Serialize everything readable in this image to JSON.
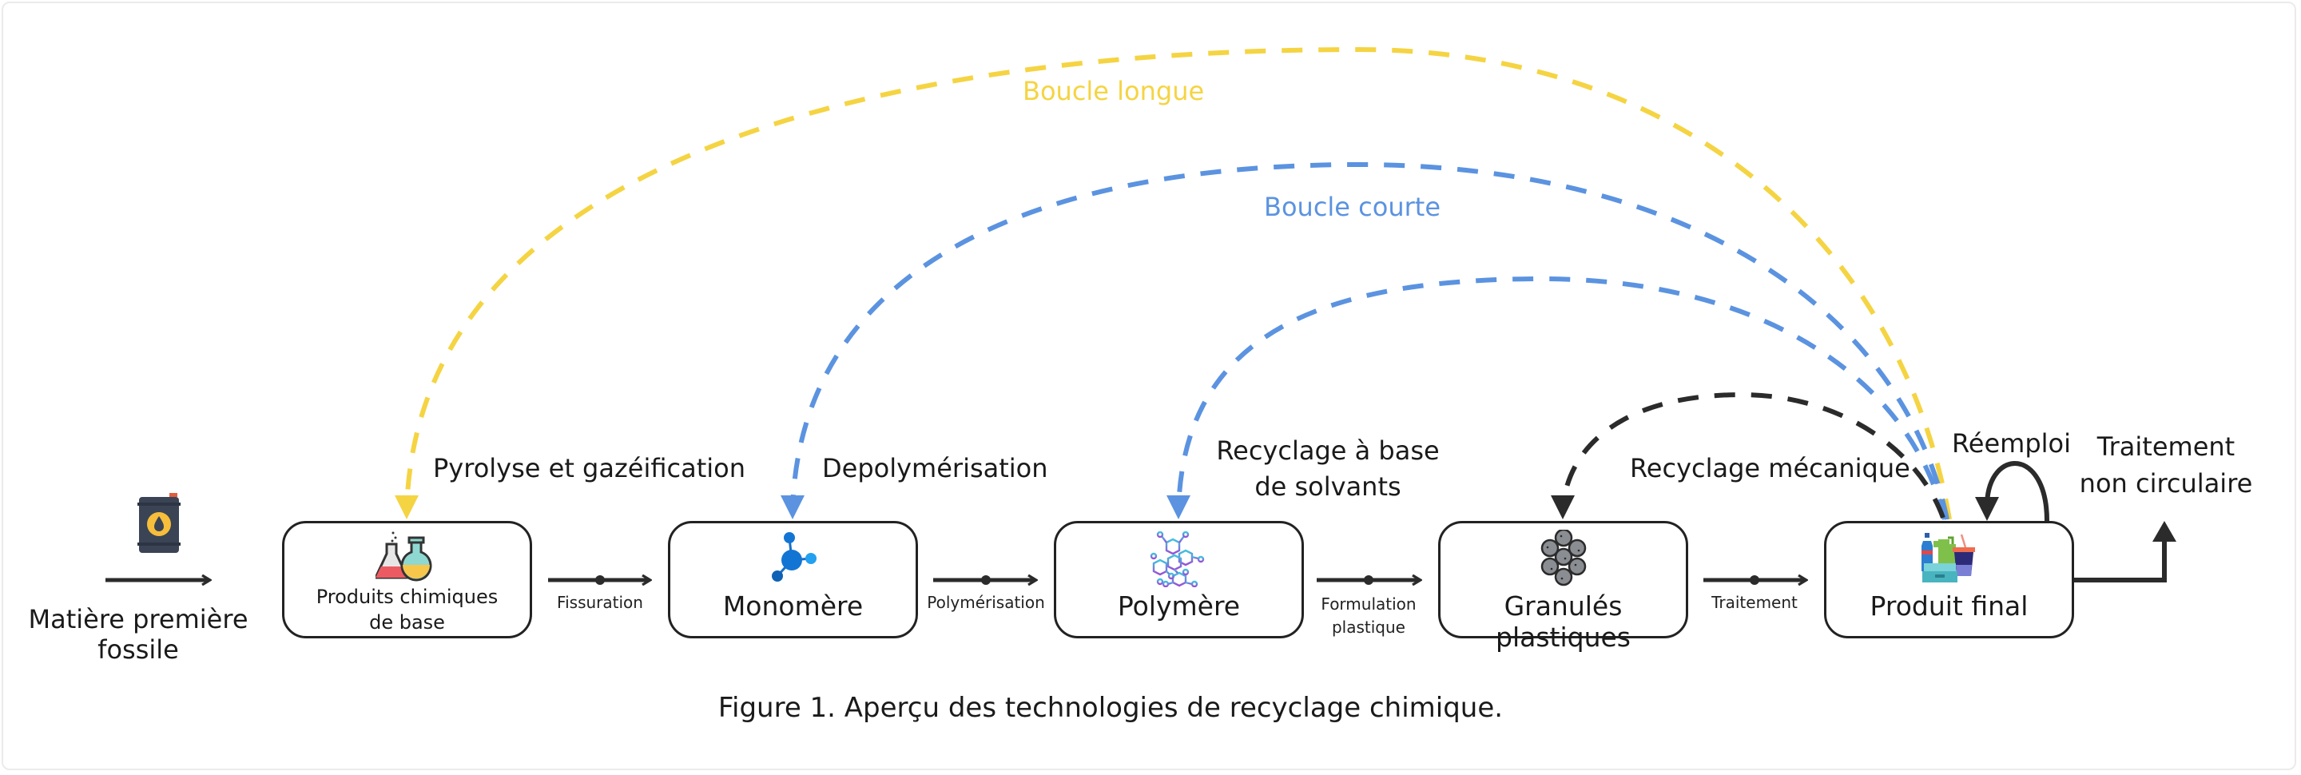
{
  "figure": {
    "caption": "Figure 1. Aperçu des technologies de recyclage chimique."
  },
  "input": {
    "label_line1": "Matière première",
    "label_line2": "fossile",
    "icon": "oil-barrel-icon"
  },
  "stages": [
    {
      "id": "produits-chimiques",
      "label_line1": "Produits chimiques",
      "label_line2": "de base",
      "icon": "chemistry-flasks-icon"
    },
    {
      "id": "monomere",
      "label": "Monomère",
      "icon": "molecule-icon"
    },
    {
      "id": "polymere",
      "label": "Polymère",
      "icon": "polymer-chain-icon"
    },
    {
      "id": "granules",
      "label": "Granulés plastiques",
      "icon": "plastic-pellets-icon"
    },
    {
      "id": "produit-final",
      "label": "Produit final",
      "icon": "plastic-products-icon"
    }
  ],
  "transitions": [
    {
      "label_line1": "Fissuration",
      "label_line2": ""
    },
    {
      "label_line1": "Polymérisation",
      "label_line2": ""
    },
    {
      "label_line1": "Formulation",
      "label_line2": "plastique"
    },
    {
      "label_line1": "Traitement",
      "label_line2": ""
    }
  ],
  "recycling_paths": [
    {
      "label": "Pyrolyse et gazéification",
      "target": "produits-chimiques",
      "loop": "longue",
      "color": "#f5d443"
    },
    {
      "label": "Depolymérisation",
      "target": "monomere",
      "loop": "courte",
      "color": "#5b93e0"
    },
    {
      "label_line1": "Recyclage à base",
      "label_line2": "de solvants",
      "target": "polymere",
      "loop": "courte",
      "color": "#5b93e0"
    },
    {
      "label": "Recyclage mécanique",
      "target": "granules",
      "color": "#2b2b2b"
    }
  ],
  "loops": {
    "long_label": "Boucle longue",
    "short_label": "Boucle courte",
    "long_color": "#f5d443",
    "short_color": "#5b93e0"
  },
  "reuse": {
    "label": "Réemploi"
  },
  "exit": {
    "label_line1": "Traitement",
    "label_line2": "non circulaire"
  },
  "colors": {
    "line": "#2b2b2b",
    "yellow": "#f5d443",
    "blue": "#5b93e0"
  }
}
